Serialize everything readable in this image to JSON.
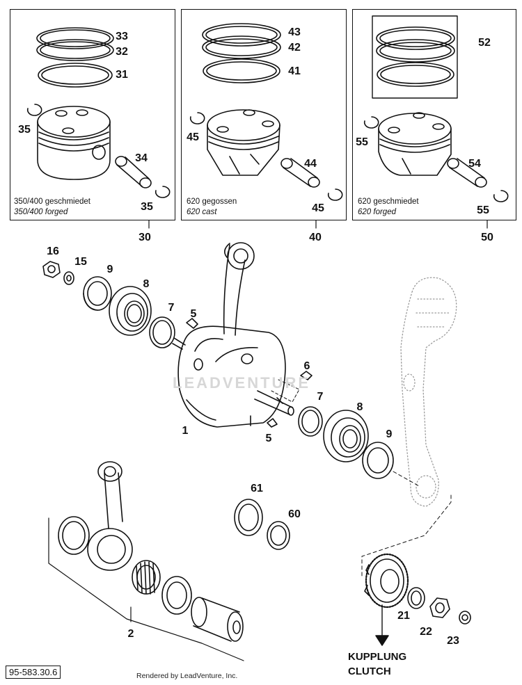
{
  "diagram": {
    "panels": [
      {
        "id": "350-400",
        "caption_de": "350/400 geschmiedet",
        "caption_en": "350/400 forged",
        "assembly_number": "30"
      },
      {
        "id": "620-cast",
        "caption_de": "620 gegossen",
        "caption_en": "620 cast",
        "assembly_number": "40"
      },
      {
        "id": "620-forged",
        "caption_de": "620 geschmiedet",
        "caption_en": "620 forged",
        "assembly_number": "50"
      }
    ],
    "callouts": {
      "p1_ring_top": "33",
      "p1_ring_mid": "32",
      "p1_ring_low": "31",
      "p1_clip_left": "35",
      "p1_pin": "34",
      "p1_clip_right": "35",
      "p2_ring_top": "43",
      "p2_ring_mid": "42",
      "p2_ring_low": "41",
      "p2_clip_left": "45",
      "p2_pin": "44",
      "p2_clip_right": "45",
      "p3_rings": "52",
      "p3_clip_left": "55",
      "p3_pin": "54",
      "p3_clip_right": "55",
      "nut": "16",
      "washer": "15",
      "seal_left": "9",
      "bearing_left": "8",
      "spacer_left": "7",
      "key_top": "5",
      "key_right": "6",
      "crankshaft": "1",
      "key_bottom": "5",
      "spacer_right": "7",
      "bearing_right": "8",
      "seal_right": "9",
      "seal_ring_61": "61",
      "bushing_60": "60",
      "conrod_kit": "2",
      "gear": "21",
      "gear_nut": "22",
      "gear_washer": "23"
    },
    "clutch_de": "KUPPLUNG",
    "clutch_en": "CLUTCH",
    "reference": "95-583.30.6",
    "credit": "Rendered by LeadVenture, Inc.",
    "watermark": "LEADVENTURE",
    "colors": {
      "ink": "#111111",
      "paper": "#ffffff",
      "watermark": "#d7d7d7",
      "phantom": "#9a9a9a"
    }
  }
}
